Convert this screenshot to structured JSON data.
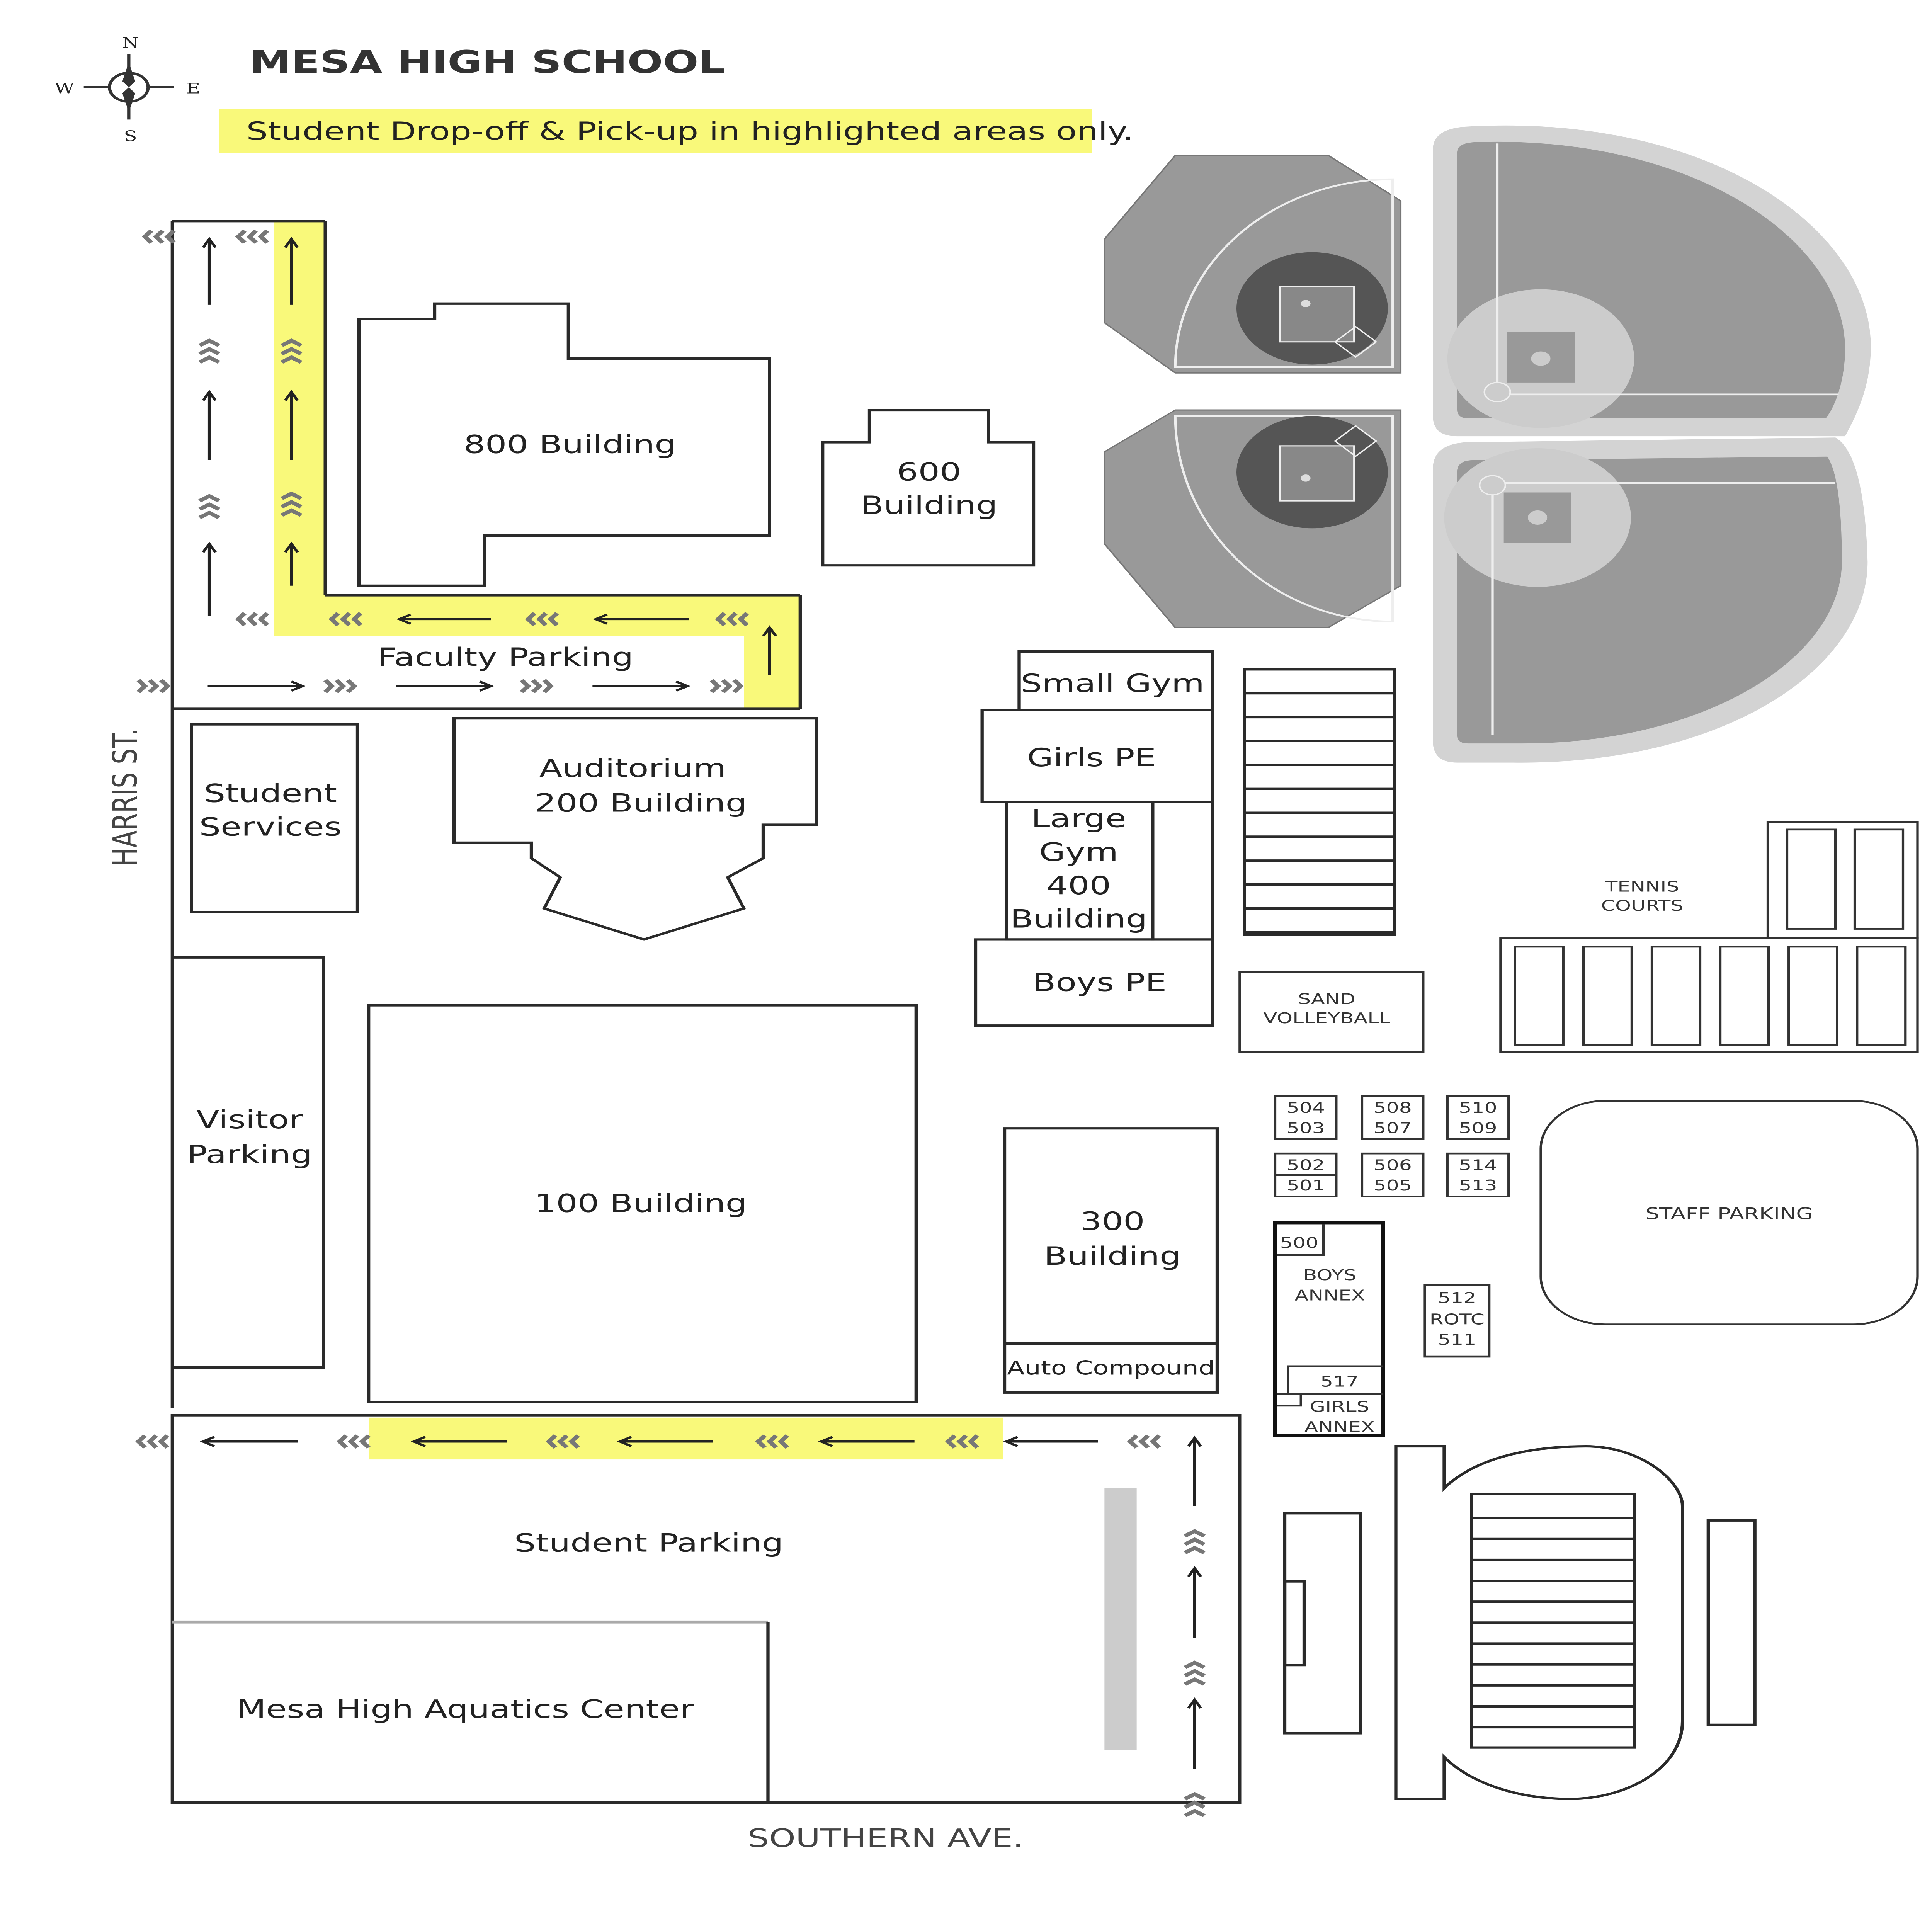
{
  "header": {
    "title": "MESA HIGH SCHOOL",
    "notice": "Student Drop-off & Pick-up in highlighted areas only."
  },
  "compass": {
    "n": "N",
    "s": "S",
    "e": "E",
    "w": "W"
  },
  "streets": {
    "west": "HARRIS ST.",
    "south": "SOUTHERN AVE."
  },
  "colors": {
    "highlight": "#f9f97a",
    "field": "#999999",
    "field_border": "#d3d3d3",
    "line": "#2a2a2a"
  },
  "buildings": {
    "b800": "800 Building",
    "b600": [
      "600",
      "Building"
    ],
    "small_gym": "Small Gym",
    "girls_pe": "Girls PE",
    "large_gym": [
      "Large",
      "Gym",
      "400",
      "Building"
    ],
    "boys_pe": "Boys PE",
    "student_services": [
      "Student",
      "Services"
    ],
    "auditorium": [
      "Auditorium",
      "200 Building"
    ],
    "visitor_parking": [
      "Visitor",
      "Parking"
    ],
    "b100": "100 Building",
    "b300": [
      "300",
      "Building"
    ],
    "auto_compound": "Auto Compound",
    "faculty_parking": "Faculty Parking",
    "student_parking": "Student Parking",
    "aquatics": "Mesa High Aquatics Center",
    "sand_volleyball": [
      "SAND",
      "VOLLEYBALL"
    ],
    "tennis_courts": [
      "TENNIS",
      "COURTS"
    ],
    "staff_parking": "STAFF PARKING",
    "boys_annex": [
      "BOYS",
      "ANNEX"
    ],
    "girls_annex": [
      "GIRLS",
      "ANNEX"
    ],
    "room_500": "500",
    "room_517": "517",
    "rotc": [
      "512",
      "ROTC",
      "511"
    ]
  },
  "rooms": [
    [
      "504",
      "503"
    ],
    [
      "508",
      "507"
    ],
    [
      "510",
      "509"
    ],
    [
      "502",
      "501"
    ],
    [
      "506",
      "505"
    ],
    [
      "514",
      "513"
    ]
  ]
}
